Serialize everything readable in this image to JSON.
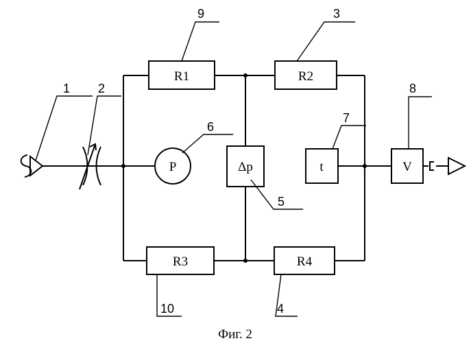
{
  "caption": "Фиг. 2",
  "blocks": {
    "r1": "R1",
    "r2": "R2",
    "r3": "R3",
    "r4": "R4",
    "pressure": "P",
    "differential": "Δp",
    "temperature": "t",
    "volume": "V"
  },
  "callouts": {
    "c1": "1",
    "c2": "2",
    "c3": "3",
    "c4": "4",
    "c5": "5",
    "c6": "6",
    "c7": "7",
    "c8": "8",
    "c9": "9",
    "c10": "10"
  }
}
